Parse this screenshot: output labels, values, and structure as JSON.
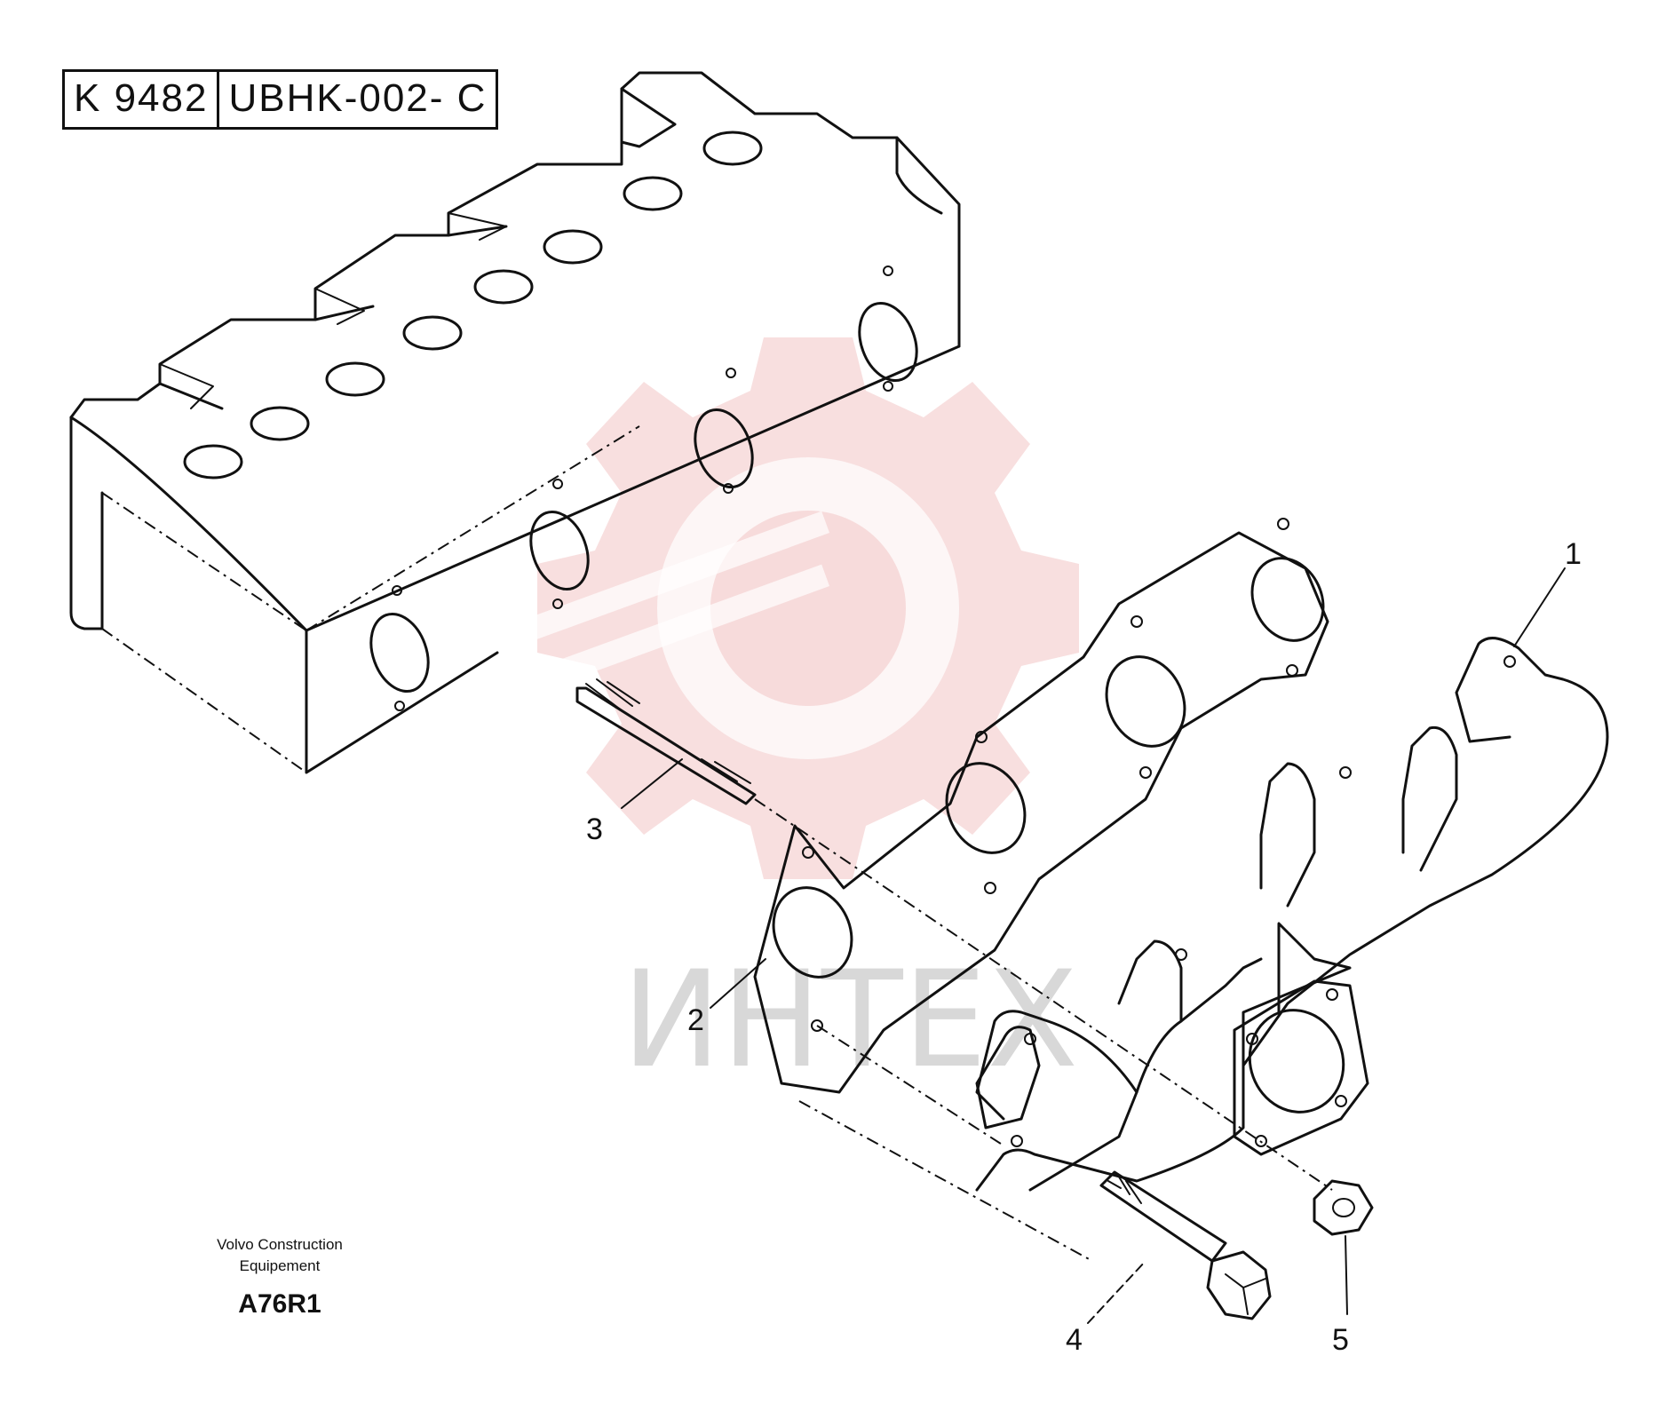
{
  "header": {
    "catalog_code": "K 9482",
    "drawing_code": "UBHK-002- C"
  },
  "callouts": [
    {
      "number": "1"
    },
    {
      "number": "2"
    },
    {
      "number": "3"
    },
    {
      "number": "4"
    },
    {
      "number": "5"
    }
  ],
  "footer": {
    "maker_line_1": "Volvo Construction",
    "maker_line_2": "Equipement",
    "figure_code": "A76R1"
  },
  "watermark": {
    "text": "ИНТЕХ",
    "color": "#f3c5c5"
  }
}
